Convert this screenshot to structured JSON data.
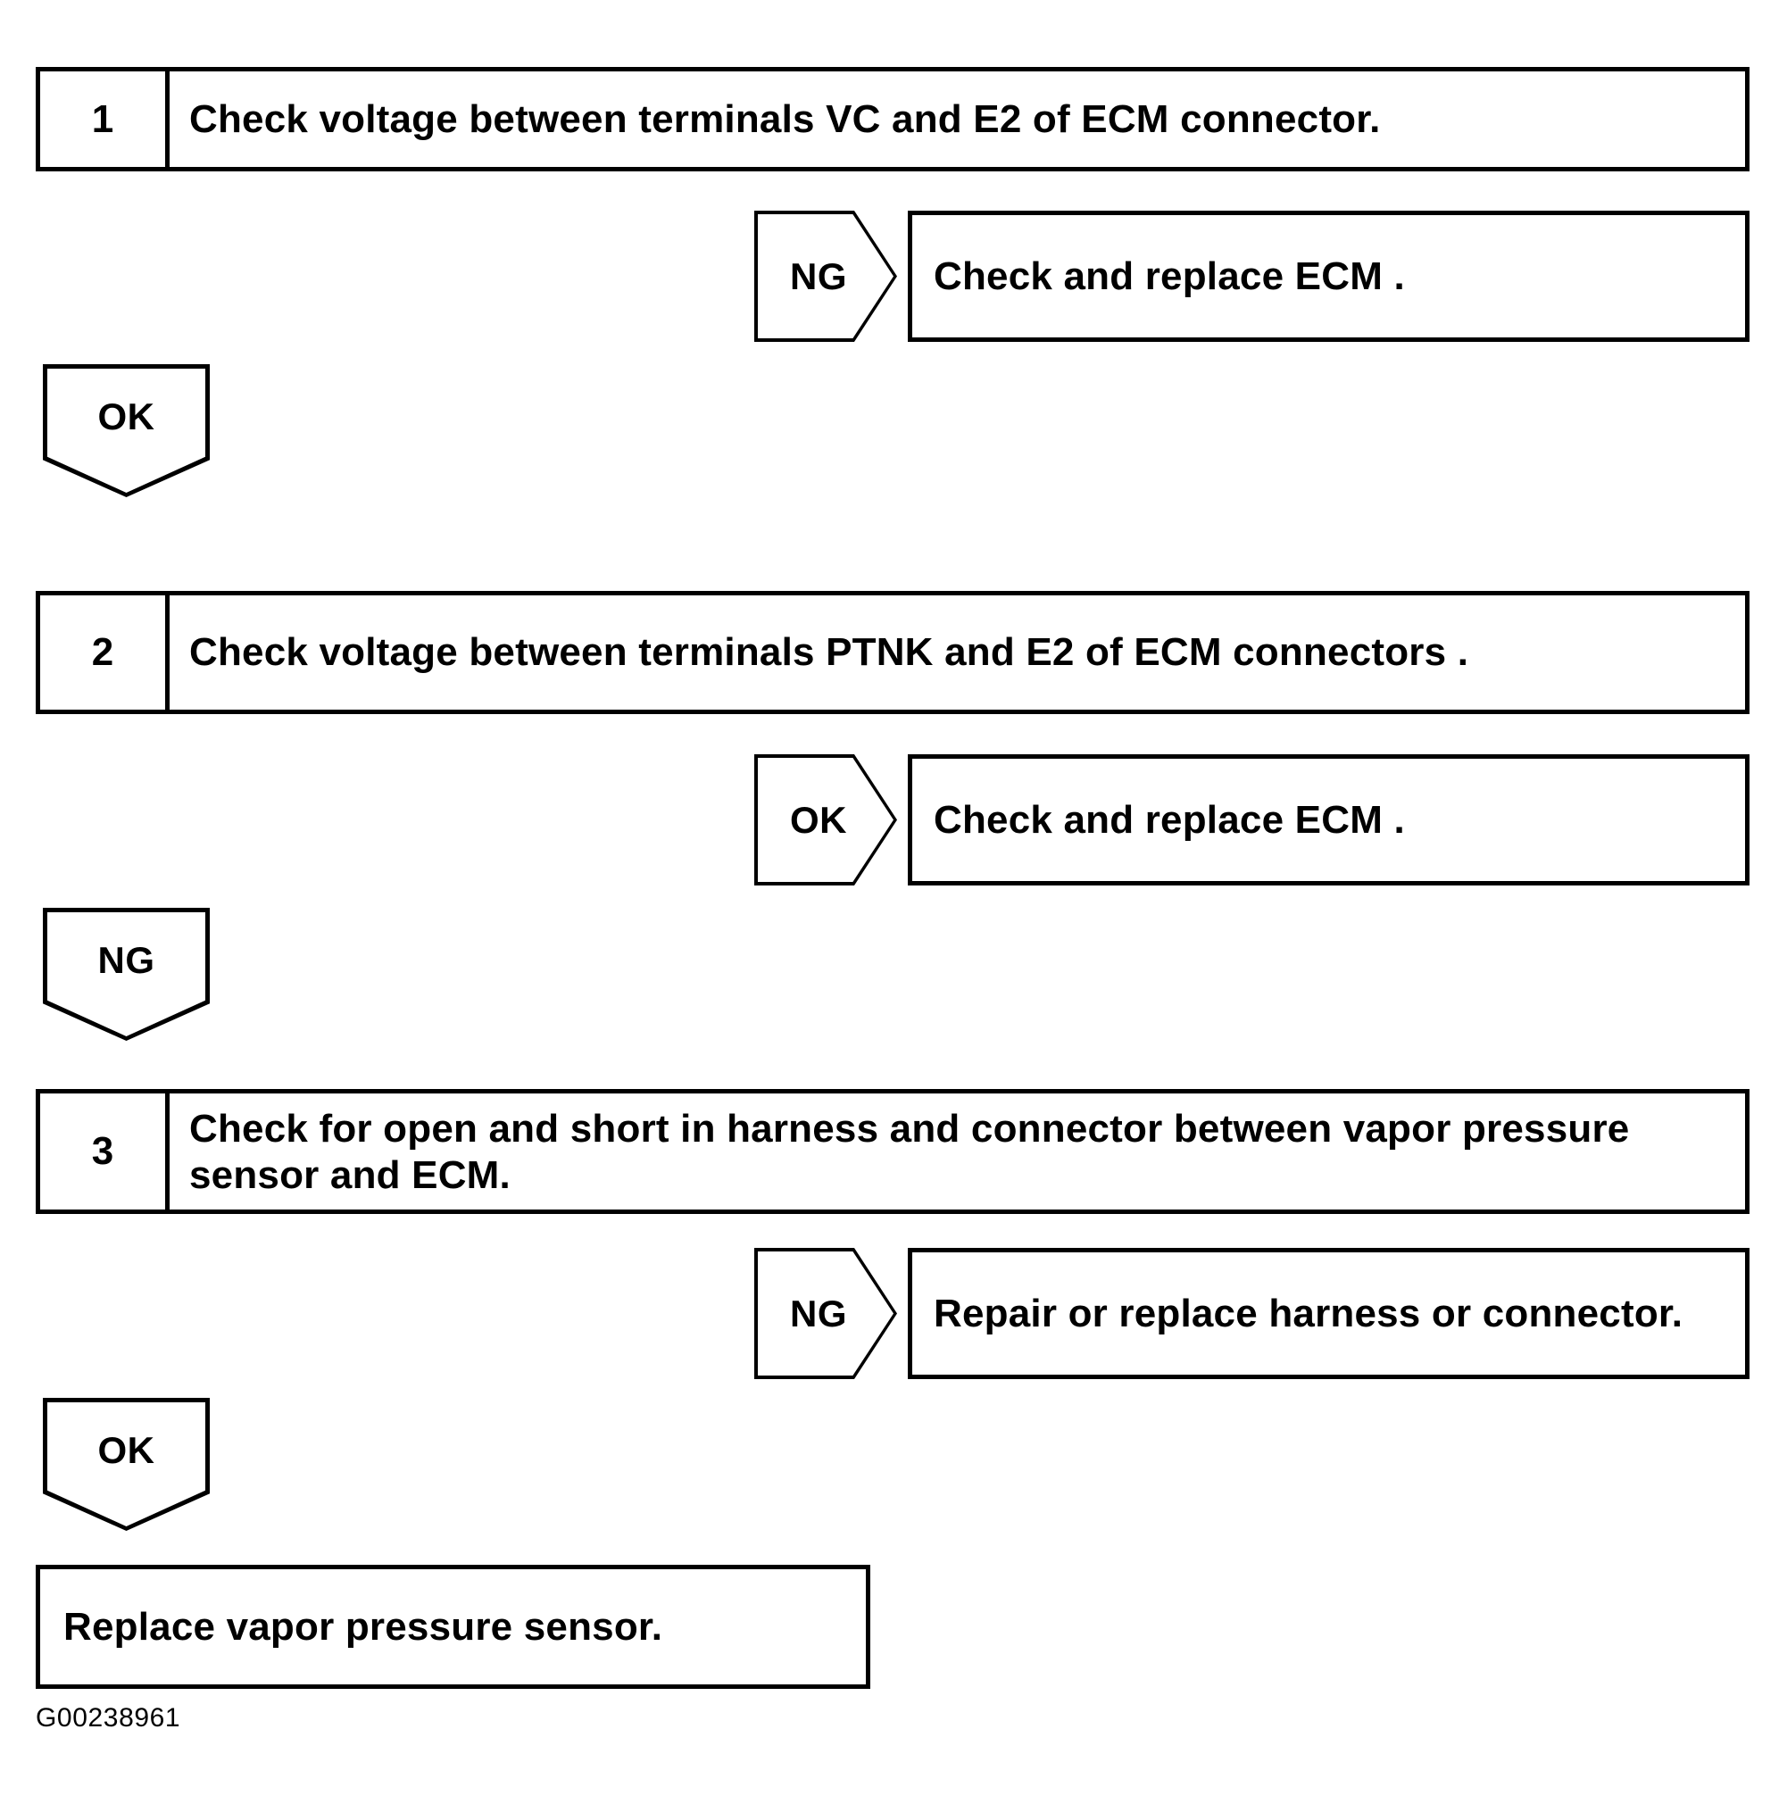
{
  "document": {
    "figure_id": "G00238961",
    "type": "diagnostic-flowchart"
  },
  "steps": [
    {
      "number": "1",
      "instruction": "Check voltage between terminals VC and E2 of ECM connector.",
      "branch": {
        "tag": "NG",
        "result": "Check and replace ECM ."
      },
      "continue": {
        "tag": "OK"
      }
    },
    {
      "number": "2",
      "instruction": "Check voltage between terminals PTNK and E2 of ECM connectors .",
      "branch": {
        "tag": "OK",
        "result": "Check and replace ECM ."
      },
      "continue": {
        "tag": "NG"
      }
    },
    {
      "number": "3",
      "instruction_line1": "Check for open and short in harness and connector between vapor pressure",
      "instruction_line2": "sensor and ECM.",
      "branch": {
        "tag": "NG",
        "result": "Repair or replace harness or connector."
      },
      "continue": {
        "tag": "OK"
      }
    }
  ],
  "terminal": {
    "text": "Replace vapor pressure sensor."
  }
}
